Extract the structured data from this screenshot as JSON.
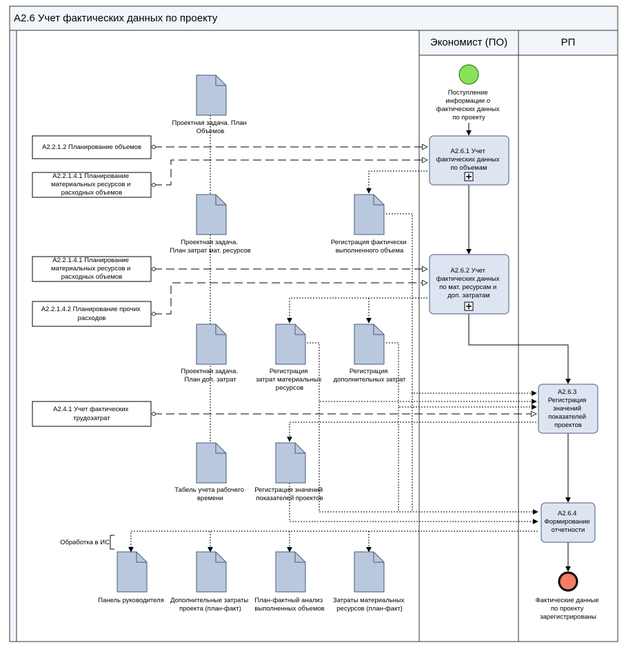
{
  "pool": {
    "title": "A2.6 Учет фактических данных по проекту"
  },
  "lanes": [
    {
      "id": "economist",
      "title": "Экономист (ПО)"
    },
    {
      "id": "rp",
      "title": "РП"
    }
  ],
  "start_event": {
    "label": [
      "Поступление",
      "информации о",
      "фактических данных",
      "по проекту"
    ]
  },
  "end_event": {
    "label": [
      "Фактические данные",
      "по проекту",
      "зарегистрированы"
    ]
  },
  "tasks": [
    {
      "id": "t261",
      "label": [
        "A2.6.1 Учет",
        "фактических данных",
        "по объемам"
      ],
      "subprocess": true
    },
    {
      "id": "t262",
      "label": [
        "A2.6.2 Учет",
        "фактических данных",
        "по мат. ресурсам и",
        "доп. затратам"
      ],
      "subprocess": true
    },
    {
      "id": "t263",
      "label": [
        "A2.6.3",
        "Регистрация",
        "значений",
        "показателей",
        "проектов"
      ],
      "subprocess": false
    },
    {
      "id": "t264",
      "label": [
        "A2.6.4",
        "Формирование",
        "отчетности"
      ],
      "subprocess": false
    }
  ],
  "external_refs": [
    {
      "id": "ref1",
      "label": [
        "A2.2.1.2 Планирование объемов"
      ]
    },
    {
      "id": "ref2",
      "label": [
        "A2.2.1.4.1 Планирование",
        "материальных ресурсов и",
        "расходных объемов"
      ]
    },
    {
      "id": "ref3",
      "label": [
        "A2.2.1.4.1 Планирование",
        "материальных ресурсов и",
        "расходных объемов"
      ]
    },
    {
      "id": "ref4",
      "label": [
        "A2.2.1.4.2 Планирование прочих",
        "расходов"
      ]
    },
    {
      "id": "ref5",
      "label": [
        "A2.4.1 Учет фактических",
        "трудозатрат"
      ]
    }
  ],
  "documents": [
    {
      "id": "d1",
      "label": [
        "Проектная задача. План",
        "Объемов"
      ]
    },
    {
      "id": "d2",
      "label": [
        "Проектная задача.",
        "План затрат мат. ресурсов"
      ]
    },
    {
      "id": "d3",
      "label": [
        "Регистрация фактически",
        "выполненного объема"
      ]
    },
    {
      "id": "d4",
      "label": [
        "Проектная задача.",
        "План доп. затрат"
      ]
    },
    {
      "id": "d5",
      "label": [
        "Регистрация",
        "затрат материальных",
        "ресурсов"
      ]
    },
    {
      "id": "d6",
      "label": [
        "Регистрация",
        "дополнительных затрат"
      ]
    },
    {
      "id": "d7",
      "label": [
        "Табель учета рабочего",
        "времени"
      ]
    },
    {
      "id": "d8",
      "label": [
        "Регистрация значений",
        "показателей проектов"
      ]
    },
    {
      "id": "d9",
      "label": [
        "Панель руководителя"
      ]
    },
    {
      "id": "d10",
      "label": [
        "Дополнительные затраты",
        "проекта (план-факт)"
      ]
    },
    {
      "id": "d11",
      "label": [
        "План-фактный анализ",
        "выполненных объемов"
      ]
    },
    {
      "id": "d12",
      "label": [
        "Затраты материальных",
        "ресурсов (план-факт)"
      ]
    }
  ],
  "annotation": {
    "label": "Обработка в ИС"
  },
  "colors": {
    "task_fill": "#dde5f2",
    "task_stroke": "#4a5a7a",
    "doc_fill": "#b9c8dc",
    "start_fill": "#8ae25a",
    "end_fill": "#f57d63",
    "header_fill": "#f2f6fb"
  }
}
